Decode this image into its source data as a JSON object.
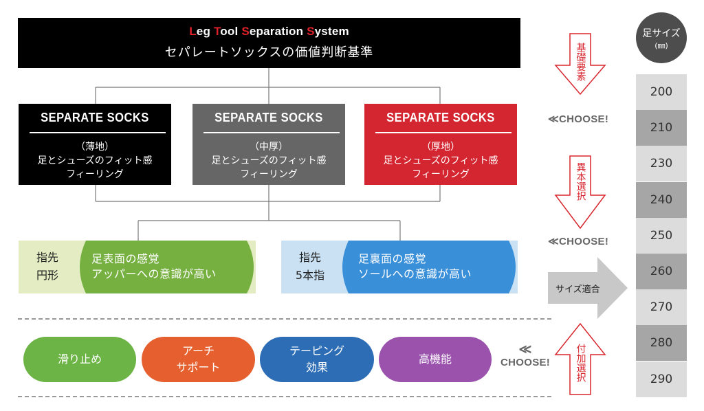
{
  "header": {
    "title_parts": [
      {
        "text": "L",
        "red": true
      },
      {
        "text": "eg ",
        "red": false
      },
      {
        "text": "T",
        "red": true
      },
      {
        "text": "ool ",
        "red": false
      },
      {
        "text": "S",
        "red": true
      },
      {
        "text": "eparation ",
        "red": false
      },
      {
        "text": "S",
        "red": true
      },
      {
        "text": "ystem",
        "red": false
      }
    ],
    "subtitle": "セパレートソックスの価値判断基準"
  },
  "socks": [
    {
      "title": "SEPARATE SOCKS",
      "line1": "（薄地）",
      "line2": "足とシューズのフィット感",
      "line3": "フィーリング",
      "color": "#000000"
    },
    {
      "title": "SEPARATE SOCKS",
      "line1": "（中厚）",
      "line2": "足とシューズのフィット感",
      "line3": "フィーリング",
      "color": "#666666"
    },
    {
      "title": "SEPARATE SOCKS",
      "line1": "（厚地）",
      "line2": "足とシューズのフィット感",
      "line3": "フィーリング",
      "color": "#d42630"
    }
  ],
  "senses": [
    {
      "label1": "指先",
      "label2": "円形",
      "text1": "足表面の感覚",
      "text2": "アッパーへの意識が高い",
      "light": "#e3ecc2",
      "dark": "#76b041"
    },
    {
      "label1": "指先",
      "label2": "5本指",
      "text1": "足裏面の感覚",
      "text2": "ソールへの意識が高い",
      "light": "#c9e1f2",
      "dark": "#3a8fd9"
    }
  ],
  "extras": [
    {
      "line1": "滑り止め",
      "line2": "",
      "color": "#6bb445"
    },
    {
      "line1": "アーチ",
      "line2": "サポート",
      "color": "#e6602f"
    },
    {
      "line1": "テーピング",
      "line2": "効果",
      "color": "#2d6db5"
    },
    {
      "line1": "高機能",
      "line2": "",
      "color": "#9a52ad"
    }
  ],
  "choose": {
    "label": "CHOOSE!",
    "glyph": "≪"
  },
  "arrows": {
    "basic": "基礎要素",
    "alt": "異本選択",
    "addon": "付加選択",
    "fit": "サイズ適合"
  },
  "size_table": {
    "header1": "足サイズ",
    "header2": "(㎜)",
    "sizes": [
      "200",
      "210",
      "230",
      "240",
      "250",
      "260",
      "270",
      "280",
      "290"
    ]
  },
  "colors": {
    "accent_red": "#d8262e",
    "gray_light": "#dcdcdc",
    "gray_dark": "#a6a6a6"
  }
}
